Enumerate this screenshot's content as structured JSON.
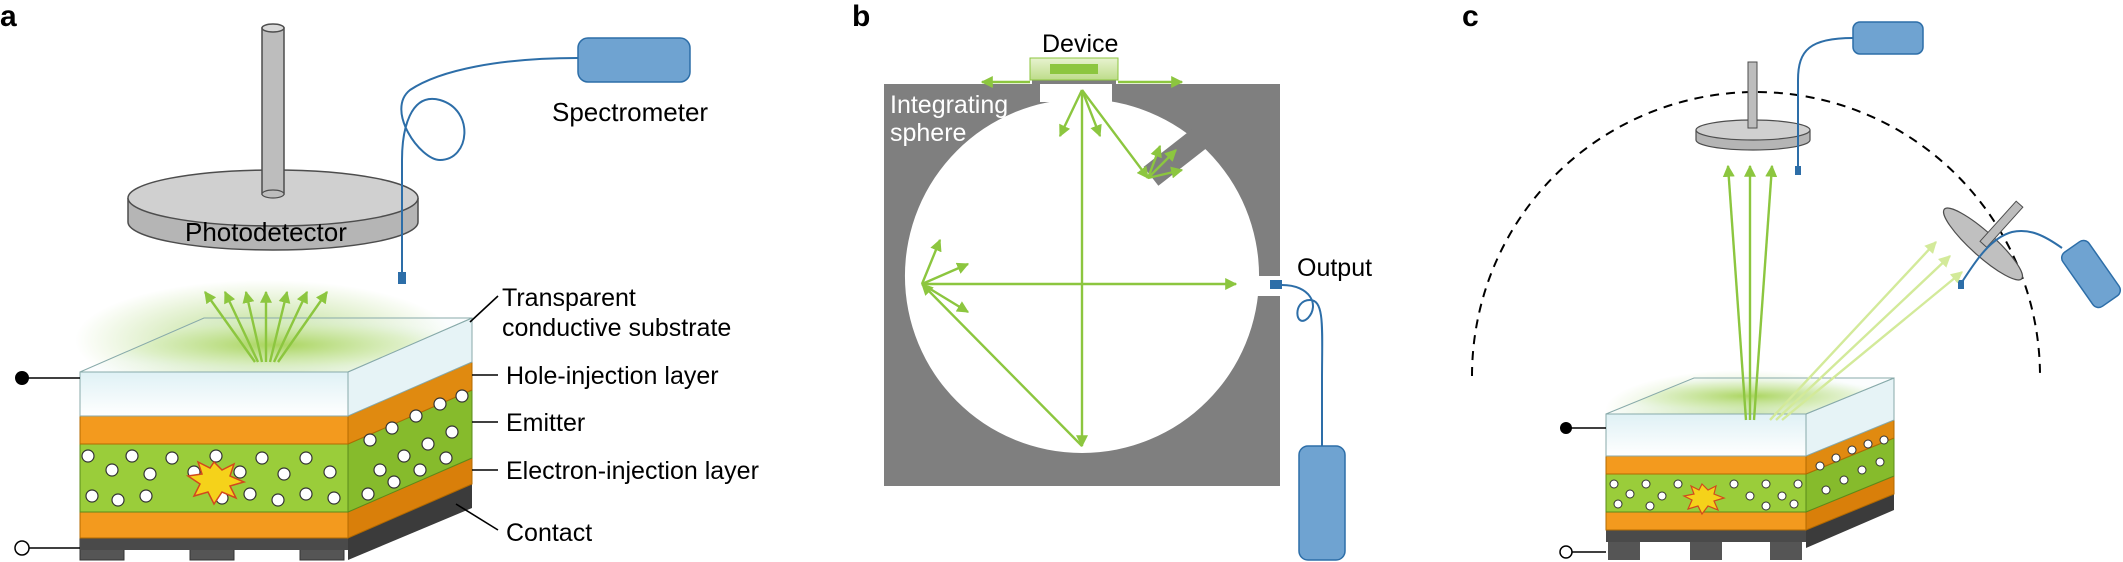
{
  "panels": {
    "a": "a",
    "b": "b",
    "c": "c"
  },
  "panel_a": {
    "spectrometer": "Spectrometer",
    "photodetector": "Photodetector",
    "layers": {
      "substrate_line1": "Transparent",
      "substrate_line2": "conductive substrate",
      "hole_injection": "Hole-injection layer",
      "emitter": "Emitter",
      "electron_injection": "Electron-injection layer",
      "contact": "Contact"
    }
  },
  "panel_b": {
    "device": "Device",
    "sphere_line1": "Integrating",
    "sphere_line2": "sphere",
    "output": "Output"
  },
  "colors": {
    "light": "#8cc63f",
    "orange_layer": "#f39a1e",
    "emitter": "#9acd3a",
    "instrument_blue": "#6fa3d1",
    "sphere_gray": "#7f7f7f",
    "photodetector_gray": "#c8c8c8",
    "contact_gray": "#555555"
  }
}
